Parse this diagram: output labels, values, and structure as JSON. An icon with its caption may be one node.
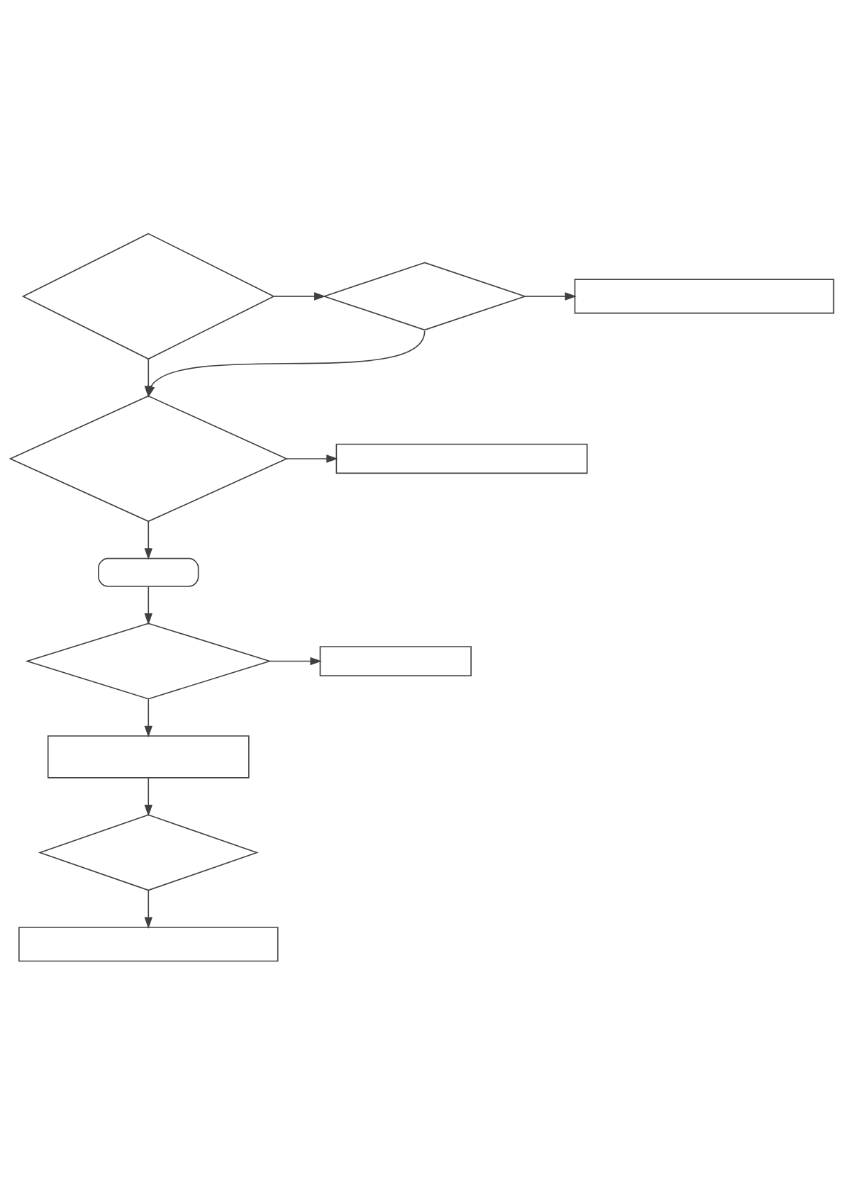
{
  "diagram": {
    "nodes": [
      {
        "text": [],
        "shape": "diamond"
      },
      {
        "text": [],
        "shape": "diamond"
      },
      {
        "text": [],
        "shape": "box"
      },
      {
        "text": [],
        "shape": "diamond"
      },
      {
        "text": [],
        "shape": "box"
      },
      {
        "text": [],
        "shape": "stadium"
      },
      {
        "text": [],
        "shape": "diamond"
      },
      {
        "text": [],
        "shape": "box"
      },
      {
        "text": [],
        "shape": "box"
      },
      {
        "text": [],
        "shape": "diamond"
      },
      {
        "text": [],
        "shape": "box"
      }
    ],
    "edges": [
      {
        "from": 0,
        "to": 1,
        "arrow": "to"
      },
      {
        "from": 1,
        "to": 2,
        "arrow": "to"
      },
      {
        "from": 1,
        "to": 3,
        "arrow": "to"
      },
      {
        "from": 0,
        "to": 3,
        "arrow": "to"
      },
      {
        "from": 3,
        "to": 4,
        "arrow": "to"
      },
      {
        "from": 3,
        "to": 5,
        "arrow": "to"
      },
      {
        "from": 5,
        "to": 6,
        "arrow": "to"
      },
      {
        "from": 6,
        "to": 7,
        "arrow": "to"
      },
      {
        "from": 6,
        "to": 8,
        "arrow": "to"
      },
      {
        "from": 8,
        "to": 9,
        "arrow": "to"
      },
      {
        "from": 9,
        "to": 10,
        "arrow": "to"
      }
    ]
  }
}
